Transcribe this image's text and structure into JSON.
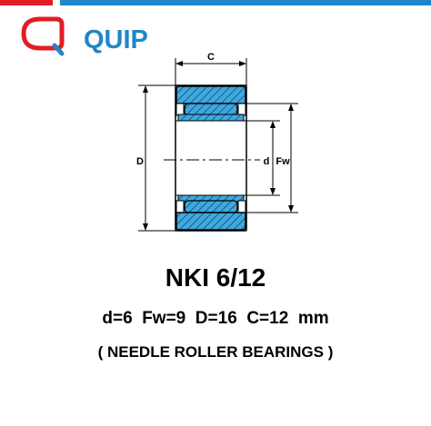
{
  "brand": {
    "name": "QUIP",
    "primary_color": "#1f86c8",
    "accent_color": "#e11d24"
  },
  "diagram": {
    "labels": {
      "c": "C",
      "D": "D",
      "d": "d",
      "Fw": "Fw"
    },
    "colors": {
      "ring_fill": "#3fa9df",
      "outline": "#000000"
    }
  },
  "product": {
    "title": "NKI 6/12",
    "dimensions": "d=6  Fw=9  D=16  C=12  mm",
    "type": "( NEEDLE ROLLER BEARINGS )"
  }
}
